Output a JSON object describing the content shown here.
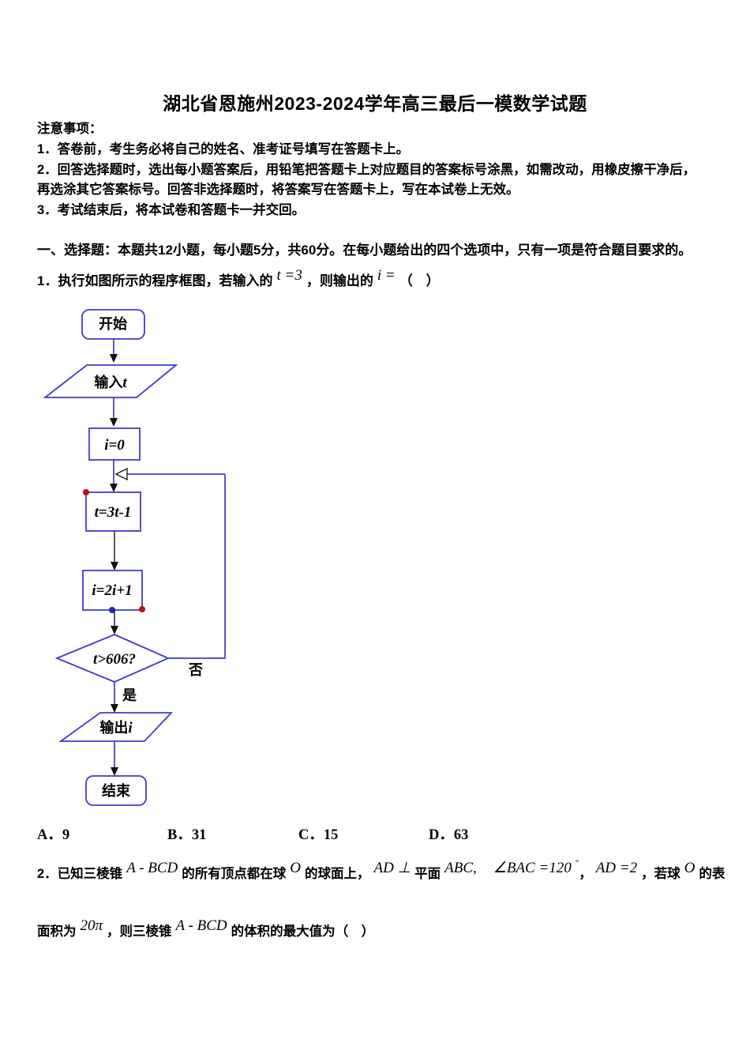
{
  "page": {
    "title": "湖北省恩施州2023-2024学年高三最后一模数学试题"
  },
  "notice": {
    "heading": "注意事项：",
    "items": [
      "1．答卷前，考生务必将自己的姓名、准考证号填写在答题卡上。",
      "2．回答选择题时，选出每小题答案后，用铅笔把答题卡上对应题目的答案标号涂黑，如需改动，用橡皮擦干净后，",
      "再选涂其它答案标号。回答非选择题时，将答案写在答题卡上，写在本试卷上无效。",
      "3．考试结束后，将本试卷和答题卡一并交回。"
    ]
  },
  "section1": {
    "heading": "一、选择题：本题共12小题，每小题5分，共60分。在每小题给出的四个选项中，只有一项是符合题目要求的。"
  },
  "q1": {
    "seg1": "1．执行如图所示的程序框图，若输入的",
    "math1": "t =3",
    "seg2": "，则输出的",
    "math2": "i =",
    "seg3": "（　）"
  },
  "flowchart": {
    "start": "开始",
    "input_prefix": "输入",
    "input_var": "t",
    "init": "i=0",
    "step_t": "t=3t-1",
    "step_i": "i=2i+1",
    "cond": "t>606?",
    "yes": "是",
    "no": "否",
    "output_prefix": "输出",
    "output_var": "i",
    "end": "结束",
    "colors": {
      "border": "#3c3ccd",
      "line_blue": "#3c3ccd",
      "line_dark": "#333333",
      "arrowhead": "#111111",
      "dot_red": "#bb1111",
      "dot_blue": "#2222bb",
      "node_fill": "#ffffff"
    }
  },
  "q1_options": [
    "A．9",
    "B．31",
    "C．15",
    "D．63"
  ],
  "q2": {
    "line1": {
      "t1": "2．已知三棱锥",
      "m1": "A - BCD",
      "t2": "的所有顶点都在球",
      "m2": "O",
      "t3": "的球面上，",
      "m3": "AD ⊥",
      "t4": "平面",
      "m4": "ABC,",
      "m5": "∠BAC =120",
      "deg": "°",
      "t5": "，",
      "m6": "AD =2",
      "t6": "，若球",
      "m7": "O",
      "t7": "的表"
    },
    "line2": {
      "t1": "面积为",
      "m1": "20π",
      "t2": "，则三棱锥",
      "m2": "A - BCD",
      "t3": "的体积的最大值为（　）"
    }
  }
}
